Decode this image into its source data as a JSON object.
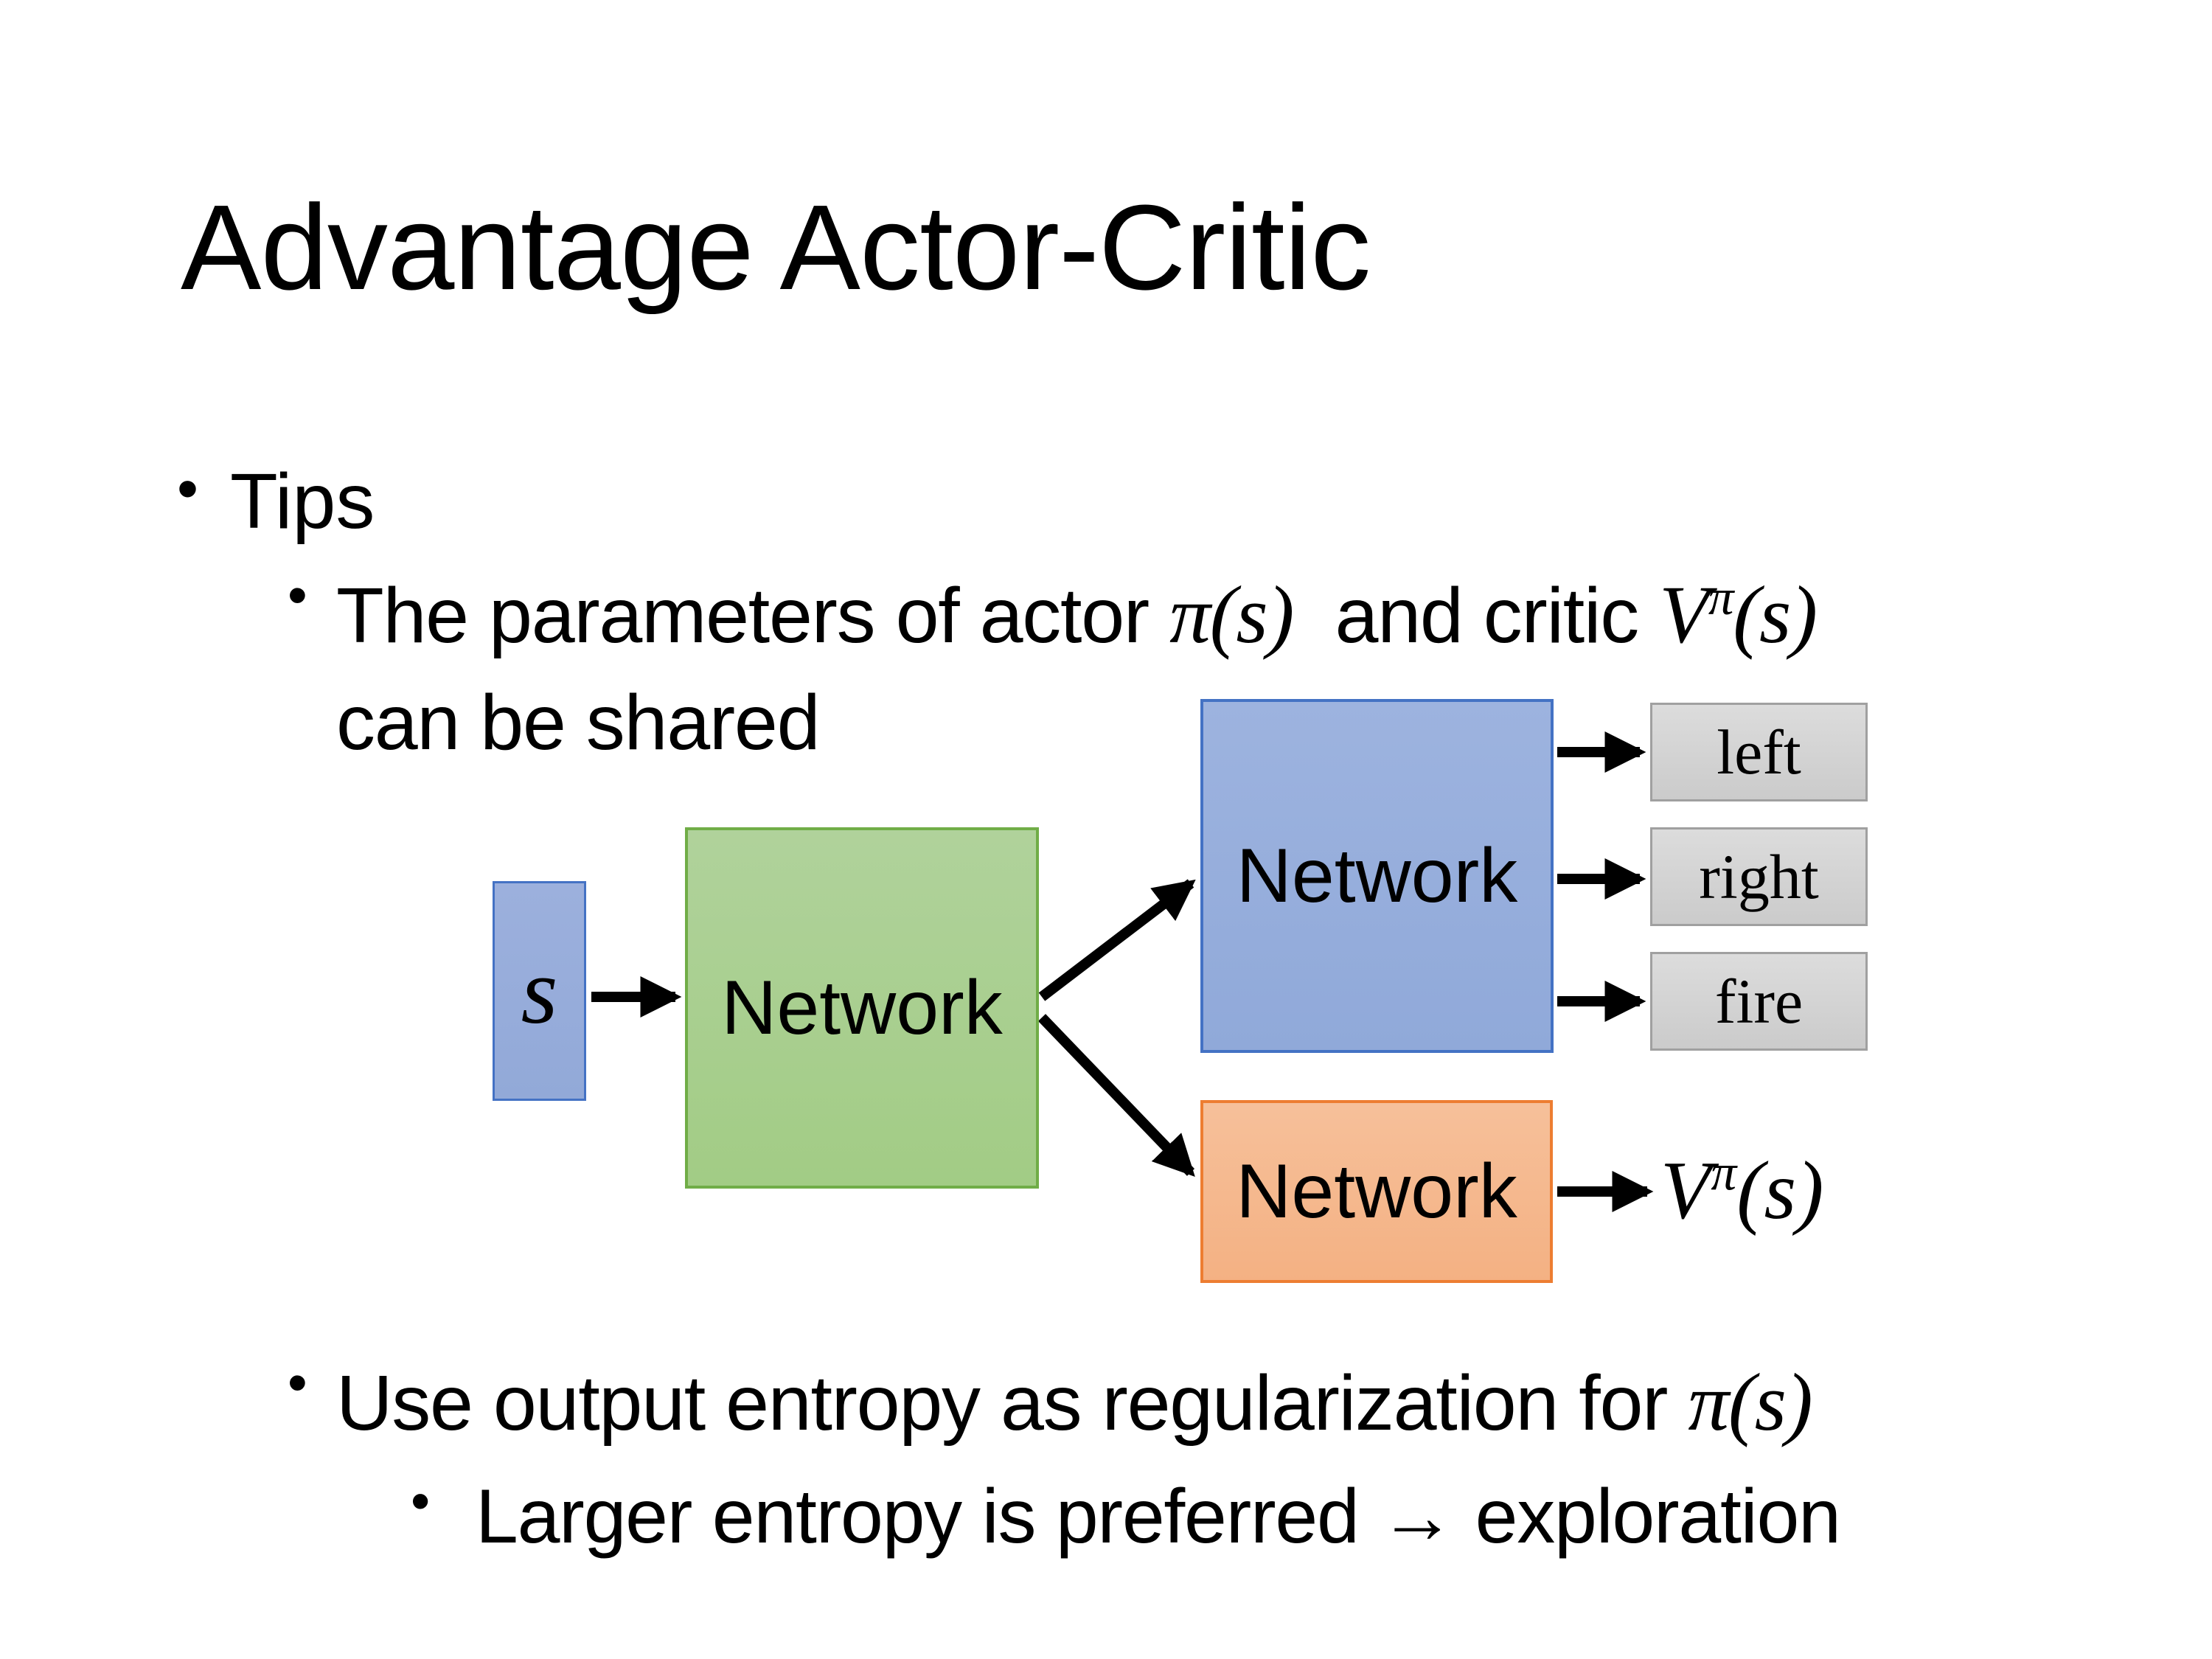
{
  "title": "Advantage Actor-Critic",
  "bullet_char": "•",
  "content": {
    "tips_label": "Tips",
    "shared_line": {
      "pre": "The parameters of actor ",
      "math_actor": "π(s)",
      "mid": "  and critic ",
      "critic_base": "V",
      "critic_sup": "π",
      "critic_arg": "(s)",
      "cont": "can be shared"
    },
    "entropy_line": {
      "pre": "Use output entropy as regularization for ",
      "math": "π(s)"
    },
    "exploration_line": "Larger entropy is preferred → exploration"
  },
  "diagram": {
    "input_label": "s",
    "shared_network_label": "Network",
    "actor_network_label": "Network",
    "critic_network_label": "Network",
    "actions": [
      "left",
      "right",
      "fire"
    ],
    "critic_output": {
      "base": "V",
      "sup": "π",
      "arg": "(s)"
    },
    "colors": {
      "input_fill": "#97ABDC",
      "input_border": "#4472C4",
      "shared_fill": "#A9D18E",
      "shared_border": "#70AD47",
      "actor_fill": "#97ABDC",
      "actor_border": "#4472C4",
      "critic_fill": "#F4B183",
      "critic_border": "#ED7D31",
      "action_fill": "#D6D6D6",
      "action_border": "#A6A6A6",
      "arrow": "#000000"
    }
  }
}
